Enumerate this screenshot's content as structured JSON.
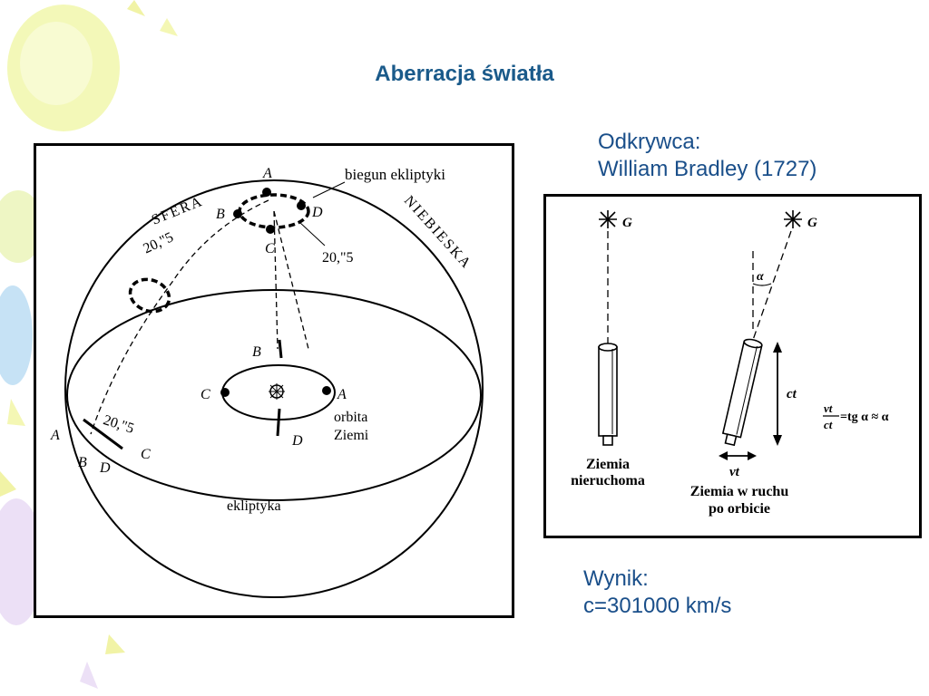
{
  "slide": {
    "title": "Aberracja światła",
    "discoverer": {
      "label": "Odkrywca:",
      "name": "William Bradley (1727)"
    },
    "result": {
      "label": "Wynik:",
      "value": "c=301000 km/s"
    }
  },
  "celestial_sphere": {
    "sphere_label_left": "SFERA",
    "sphere_label_right": "NIEBIESKA",
    "pole_label": "biegun ekliptyki",
    "ecliptic_label": "ekliptyka",
    "orbit_label_line1": "orbita",
    "orbit_label_line2": "Ziemi",
    "angle_label": "20,\"5",
    "pole_points": [
      "A",
      "B",
      "C",
      "D"
    ],
    "orbit_points": [
      "B",
      "C",
      "A",
      "D"
    ],
    "ecliptic_points": [
      "A",
      "B",
      "D",
      "C"
    ]
  },
  "aberration": {
    "star_label": "G",
    "angle_label": "α",
    "ct_label": "ct",
    "vt_label": "vt",
    "formula_num1": "vt",
    "formula_den1": "ct",
    "formula_rhs": "=tg α ≈ α",
    "stationary_line1": "Ziemia",
    "stationary_line2": "nieruchoma",
    "moving_line1": "Ziemia w ruchu",
    "moving_line2": "po orbicie"
  },
  "colors": {
    "title": "#1a5a8a",
    "info_text": "#1a4f8a",
    "balloon_yellow": "#f4f8a0",
    "balloon_blue": "#b9dcf4",
    "balloon_lilac": "#e9d8f4"
  }
}
